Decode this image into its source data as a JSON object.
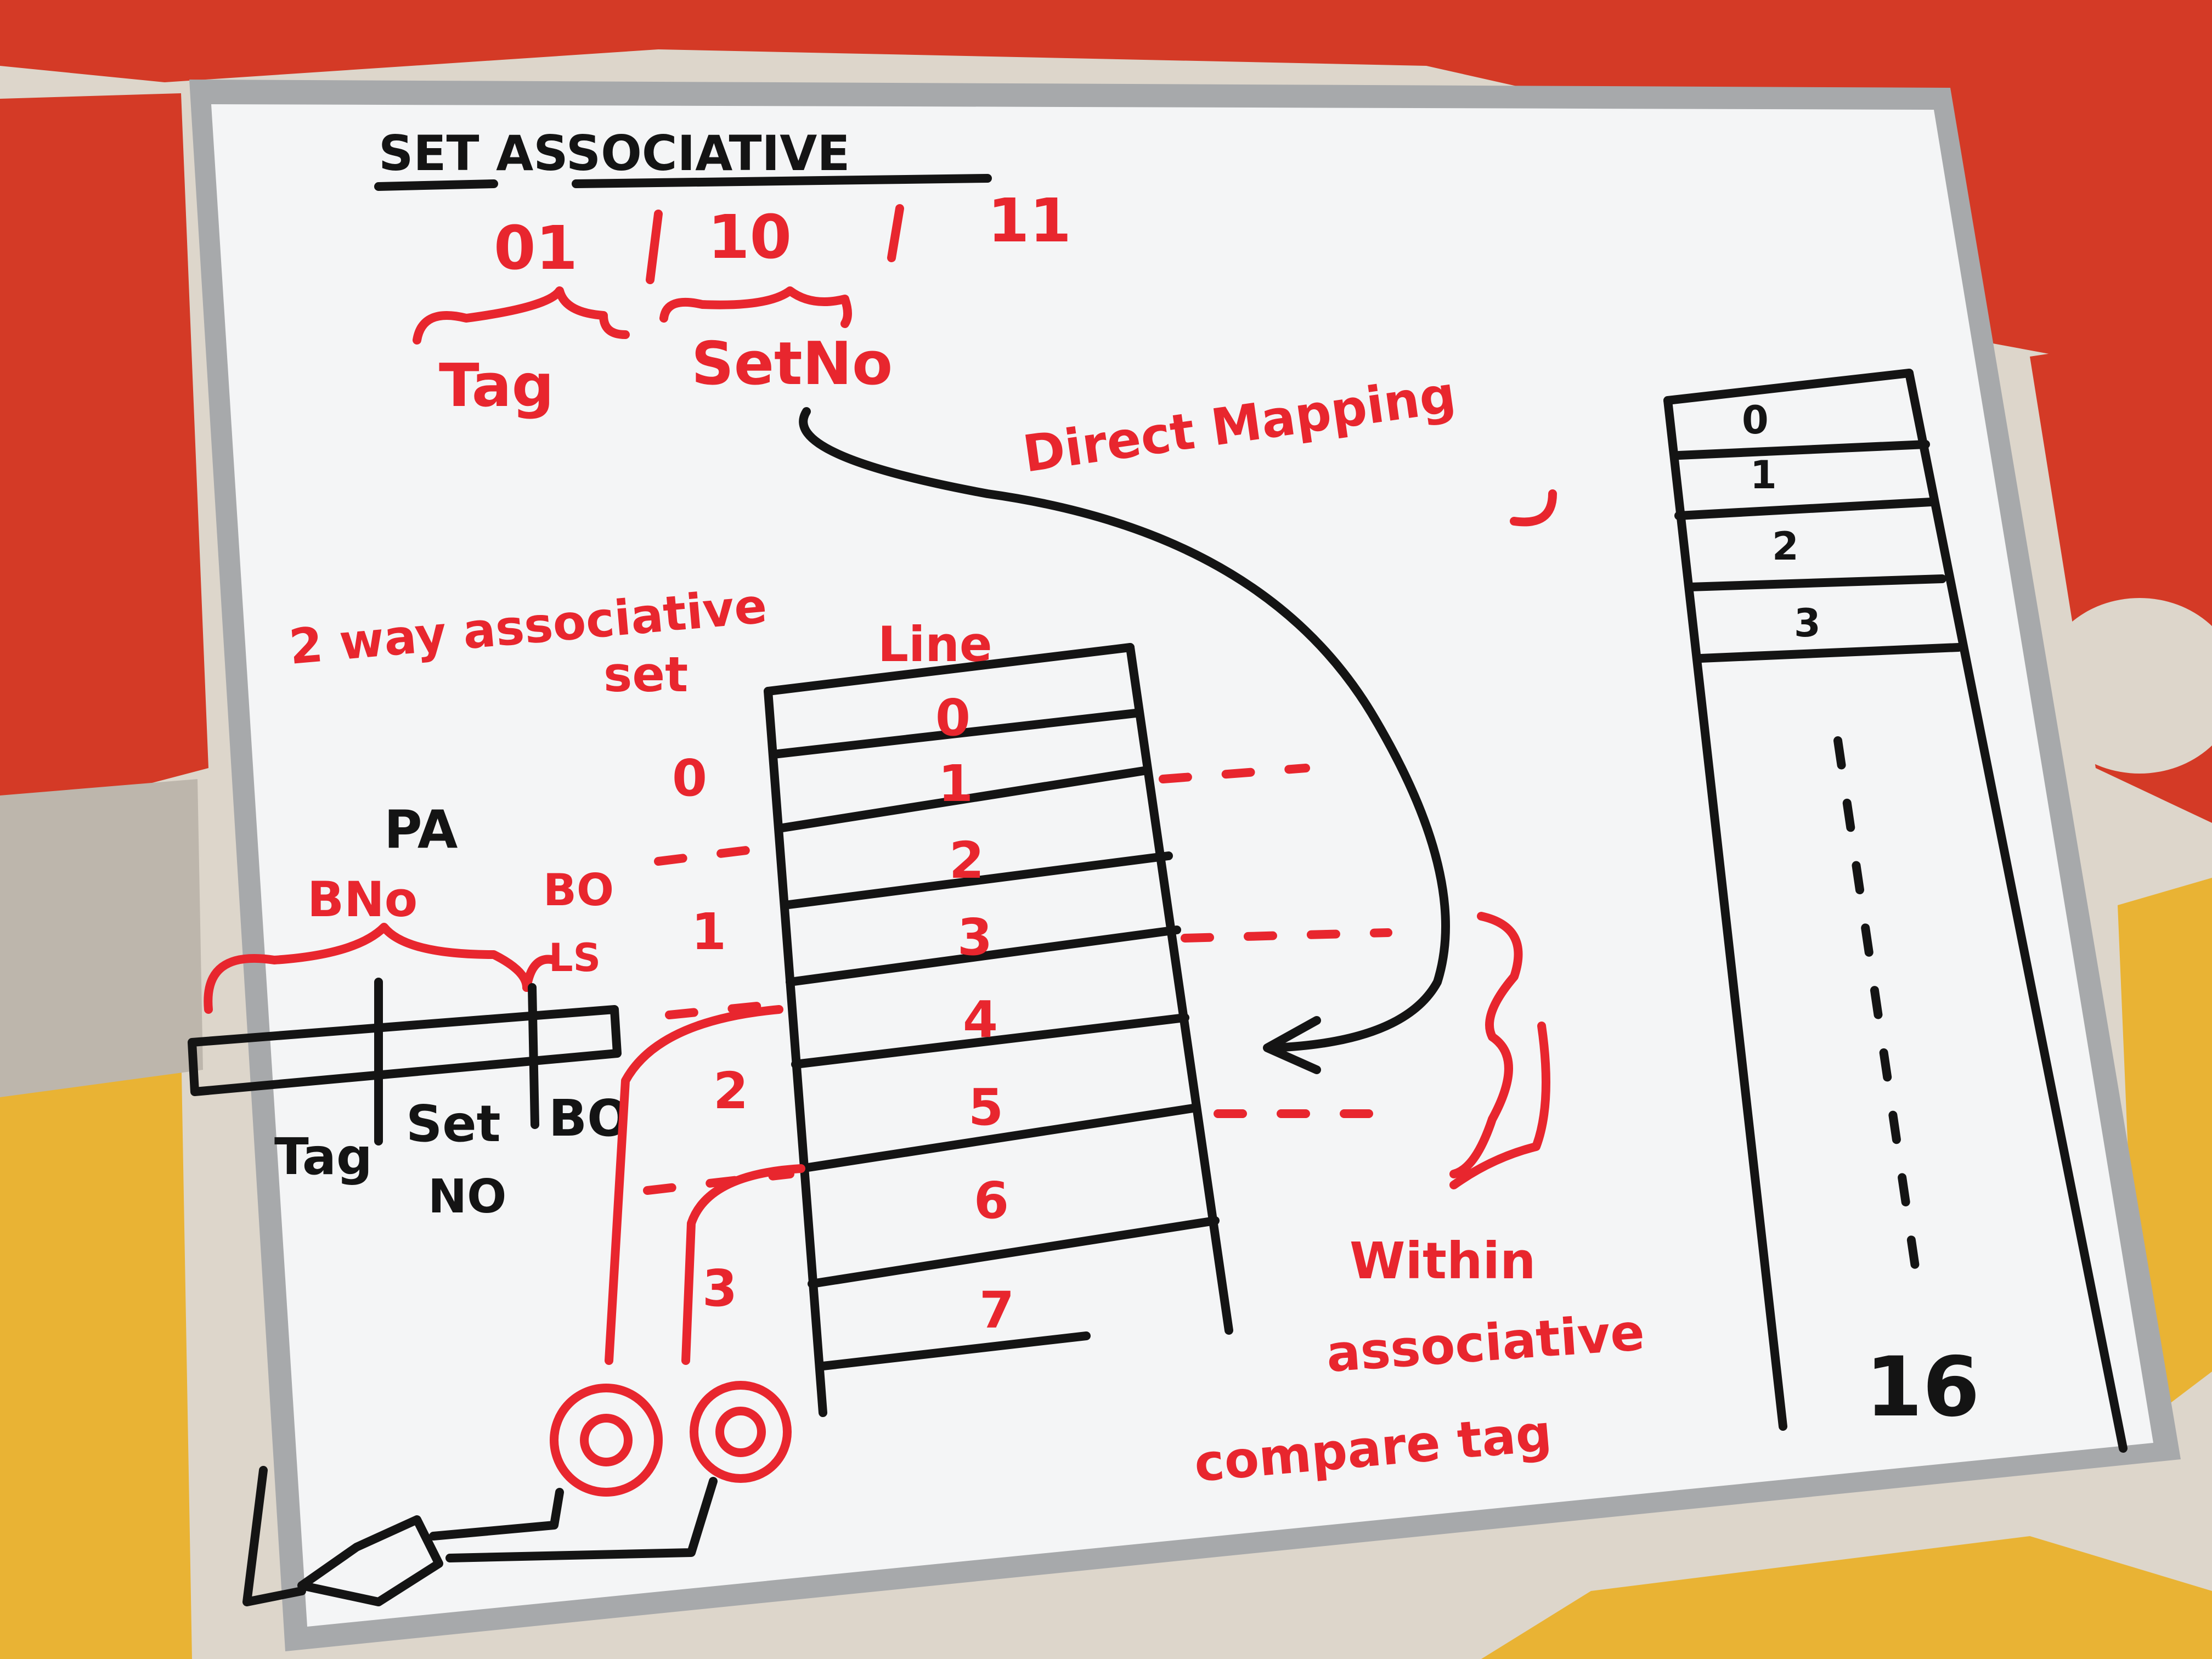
{
  "colors": {
    "rug_red": "#d43a26",
    "rug_cream": "#ddd6cb",
    "rug_yellow": "#e9b334",
    "frame": "#a7a9ab",
    "board": "#f4f5f6",
    "marker_red": "#e8262e",
    "marker_black": "#141414"
  },
  "board": {
    "title": "SET ASSOCIATIVE",
    "address": {
      "tag_bits": "01",
      "set_bits": "10",
      "offset_bits": "11",
      "tag_label": "Tag",
      "set_label": "SetNo"
    },
    "direct_mapping": "Direct Mapping",
    "two_way_title": "2 way associative",
    "set_header": "set",
    "line_header": "Line",
    "sets": [
      "0",
      "1",
      "2",
      "3"
    ],
    "lines": [
      "0",
      "1",
      "2",
      "3",
      "4",
      "5",
      "6",
      "7"
    ],
    "pa": {
      "title": "PA",
      "bno": "BNo",
      "bo_top": "BO",
      "ls": "LS",
      "fields": [
        "Tag",
        "Set",
        "BO"
      ],
      "set_no": "NO"
    },
    "within_note": [
      "Within",
      "associative",
      "compare tag"
    ],
    "memory": {
      "entries": [
        "0",
        "1",
        "2",
        "3"
      ],
      "last": "16"
    }
  }
}
